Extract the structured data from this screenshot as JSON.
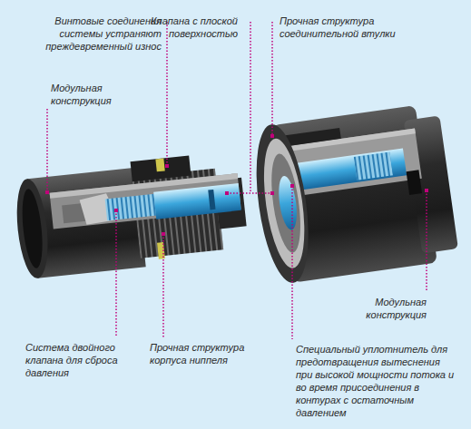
{
  "diagram": {
    "labels": [
      "Винтовые соединения системы устраняют преждевременный износ",
      "Клапана с плоской поверхностью",
      "Прочная структура соединительной втулки",
      "Модульная конструкция",
      "Модульная конструкция",
      "Система двойного клапана для сброса давления",
      "Прочная структура корпуса ниппеля",
      "Специальный уплотнитель для предотвращения вытеснения при высокой мощности потока и во время присоединения в контурах с остаточным давлением"
    ]
  }
}
